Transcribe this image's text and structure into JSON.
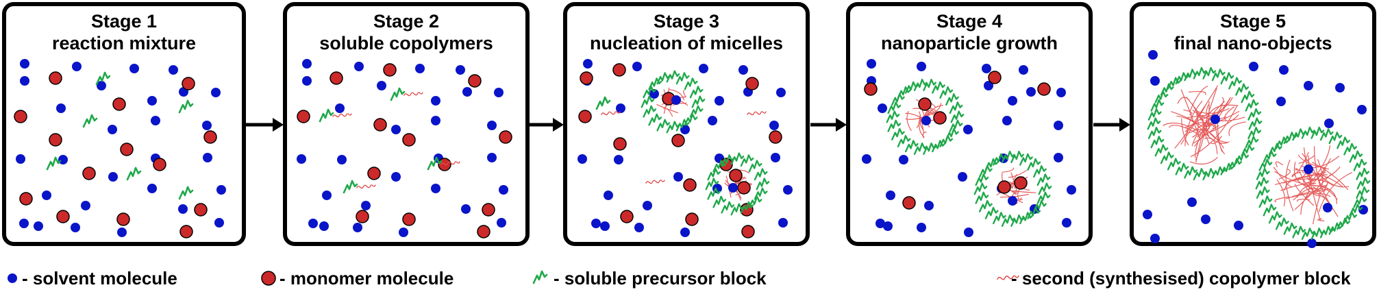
{
  "colors": {
    "solvent": "#0a14c8",
    "monomer": "#cc2a2a",
    "precursor": "#1fa84a",
    "second_block": "#e24a4a",
    "frame": "#000000"
  },
  "stages": [
    {
      "title": "Stage 1",
      "subtitle": "reaction mixture"
    },
    {
      "title": "Stage 2",
      "subtitle": "soluble copolymers"
    },
    {
      "title": "Stage 3",
      "subtitle": "nucleation of micelles"
    },
    {
      "title": "Stage 4",
      "subtitle": "nanoparticle growth"
    },
    {
      "title": "Stage 5",
      "subtitle": "final nano-objects"
    }
  ],
  "legend": {
    "solvent": "- solvent molecule",
    "monomer": "- monomer molecule",
    "precursor": "- soluble precursor block",
    "second_block": "- second (synthesised) copolymer block"
  }
}
